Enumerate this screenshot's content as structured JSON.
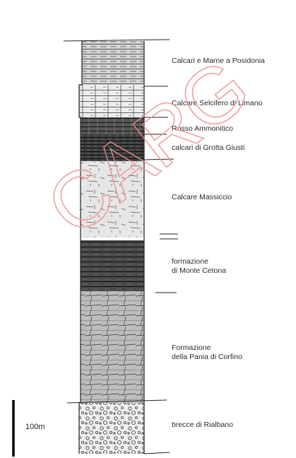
{
  "watermark": {
    "text": "CARG",
    "color": "#ee8f8f"
  },
  "scale_bar": {
    "label": "100m"
  },
  "units": [
    {
      "name": "calcari-marne-posidonia",
      "lines": [
        "Calcari e Marne a Posidonia"
      ]
    },
    {
      "name": "calcare-selcifero-limano",
      "lines": [
        "Calcare Selcifero di Limano"
      ]
    },
    {
      "name": "rosso-ammonitico",
      "lines": [
        "Rosso Ammonitico"
      ]
    },
    {
      "name": "calcari-grotta-giusti",
      "lines": [
        "calcari di Grotta Giusti"
      ]
    },
    {
      "name": "calcare-massiccio",
      "lines": [
        "Calcare Massiccio"
      ]
    },
    {
      "name": "formazione-monte-cetona",
      "lines": [
        "formazione",
        "di Monte Cetona"
      ]
    },
    {
      "name": "formazione-pania-corfino",
      "lines": [
        "Formazione",
        "della Pania di Corfino"
      ]
    },
    {
      "name": "brecce-rialbano",
      "lines": [
        "brecce di Rialbano"
      ]
    }
  ]
}
